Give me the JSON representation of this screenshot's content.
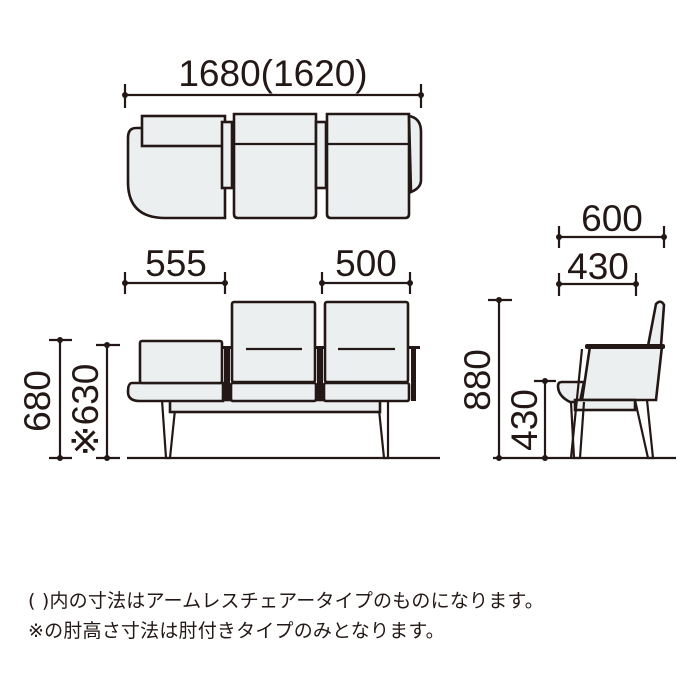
{
  "diagram": {
    "type": "furniture-dimension-drawing",
    "colors": {
      "line": "#231815",
      "fill": "#eceff0",
      "background": "#ffffff"
    },
    "plan_view": {
      "overall_width_label": "1680(1620)"
    },
    "front_view": {
      "side_table_width_label": "555",
      "seat_width_label": "500",
      "height_label": "680",
      "arm_height_label": "※630"
    },
    "side_view": {
      "depth_label": "600",
      "seat_depth_label": "430",
      "height_label": "880",
      "seat_height_label": "430"
    },
    "notes": [
      "( )内の寸法はアームレスチェアータイプのものになります。",
      "※の肘高さ寸法は肘付きタイプのみとなります。"
    ]
  }
}
